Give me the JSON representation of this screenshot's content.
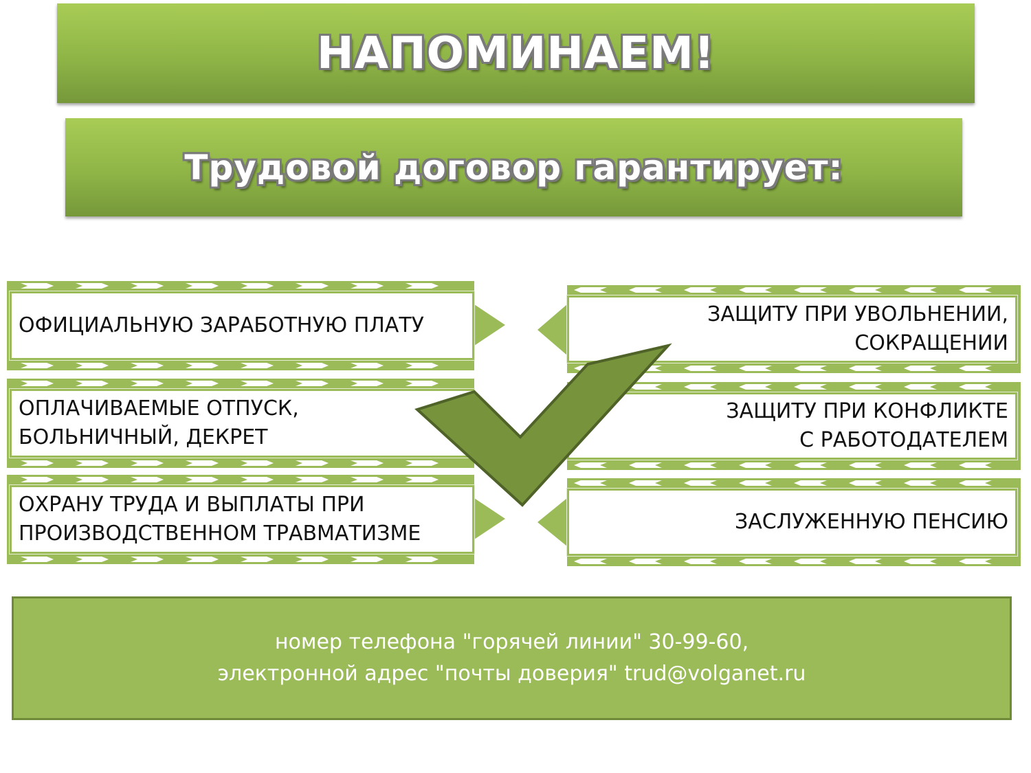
{
  "banner_1": {
    "text": "НАПОМИНАЕМ!"
  },
  "banner_2": {
    "text": "Трудовой договор гарантирует:"
  },
  "items": {
    "left": [
      {
        "text": "ОФИЦИАЛЬНУЮ ЗАРАБОТНУЮ ПЛАТУ"
      },
      {
        "text": "ОПЛАЧИВАЕМЫЕ ОТПУСК,\nБОЛЬНИЧНЫЙ, ДЕКРЕТ"
      },
      {
        "text": "ОХРАНУ ТРУДА И ВЫПЛАТЫ ПРИ\nПРОИЗВОДСТВЕННОМ ТРАВМАТИЗМЕ"
      }
    ],
    "right": [
      {
        "text": "ЗАЩИТУ ПРИ УВОЛЬНЕНИИ,\nСОКРАЩЕНИИ"
      },
      {
        "text": "ЗАЩИТУ ПРИ КОНФЛИКТЕ\nС РАБОТОДАТЕЛЕМ"
      },
      {
        "text": "ЗАСЛУЖЕННУЮ ПЕНСИЮ"
      }
    ]
  },
  "hotline": {
    "line_1": "номер телефона \"горячей линии\" 30-99-60,",
    "line_2": "электронной адрес \"почты доверия\" trud@volganet.ru"
  },
  "colors": {
    "accent_green": "#9bbb59",
    "dark_green": "#76933c",
    "check_fill": "#77933c",
    "check_stroke": "#4f6228"
  },
  "icons": [
    "checkmark-icon",
    "chevron-arrow-icon"
  ]
}
